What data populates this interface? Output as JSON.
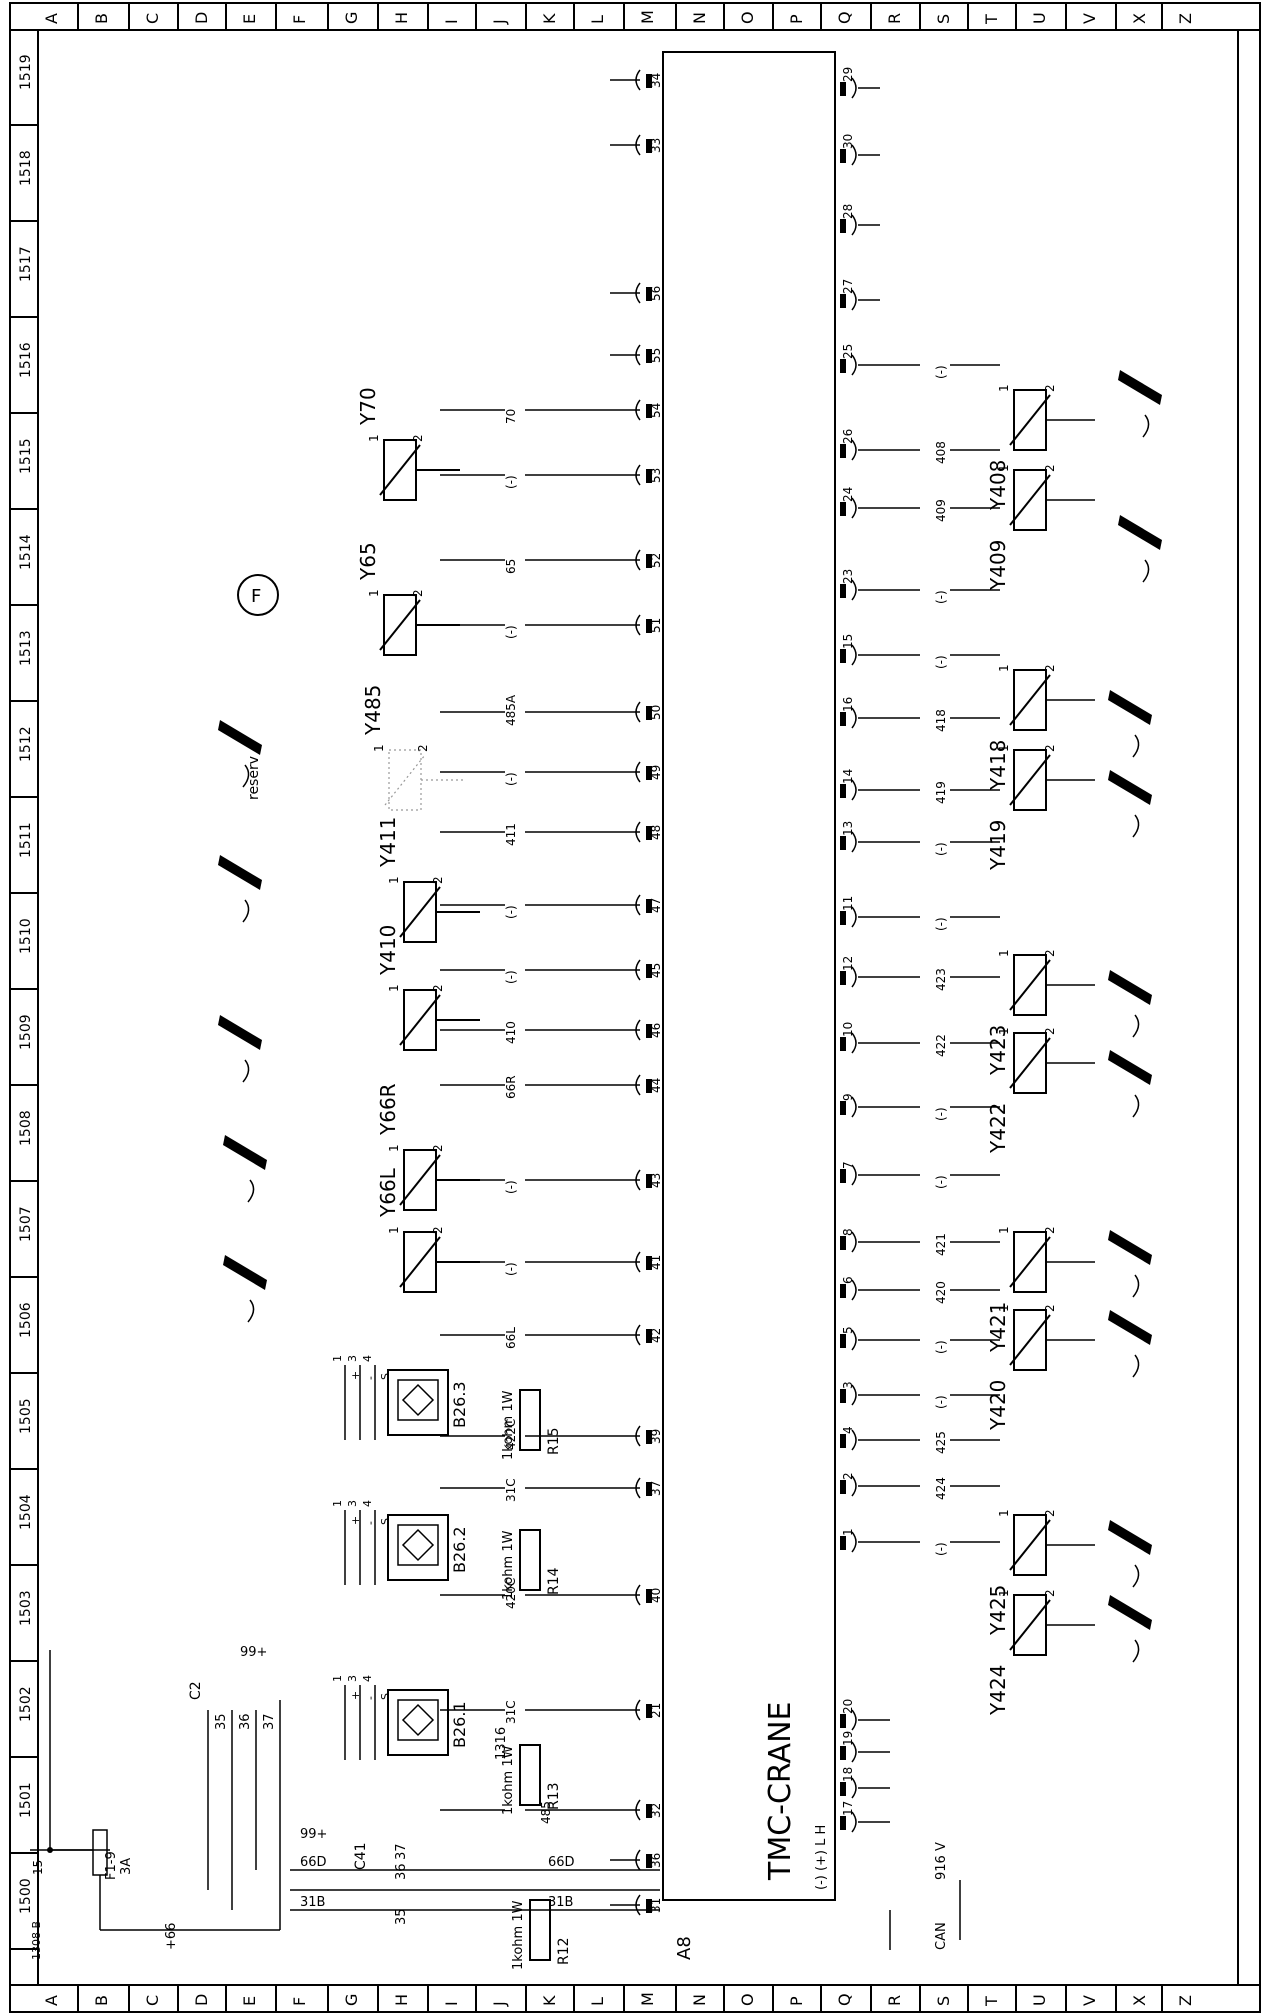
{
  "frame": {
    "col_letters": [
      "A",
      "B",
      "C",
      "D",
      "E",
      "F",
      "G",
      "H",
      "I",
      "J",
      "K",
      "L",
      "M",
      "N",
      "O",
      "P",
      "Q",
      "R",
      "S",
      "T",
      "U",
      "V",
      "X",
      "Z"
    ],
    "row_numbers": [
      "1519",
      "1518",
      "1517",
      "1516",
      "1515",
      "1514",
      "1513",
      "1512",
      "1511",
      "1510",
      "1509",
      "1508",
      "1507",
      "1506",
      "1505",
      "1504",
      "1503",
      "1502",
      "1501",
      "1500"
    ]
  },
  "module": {
    "title": "TMC-CRANE",
    "id": "A8",
    "can_pins": "(-) (+) L H",
    "can_label": "CAN",
    "supply": "916 V"
  },
  "left_pins": [
    "34",
    "33",
    "56",
    "55",
    "54",
    "53",
    "52",
    "51",
    "50",
    "49",
    "48",
    "47",
    "45",
    "46",
    "44",
    "43",
    "41",
    "42",
    "39",
    "37",
    "40",
    "21",
    "32",
    "36",
    "31"
  ],
  "right_pins": [
    "29",
    "30",
    "28",
    "27",
    "25",
    "26",
    "24",
    "23",
    "15",
    "16",
    "14",
    "13",
    "11",
    "12",
    "10",
    "9",
    "7",
    "8",
    "6",
    "5",
    "3",
    "4",
    "2",
    "1",
    "20",
    "19",
    "18",
    "17"
  ],
  "wires_left": [
    "70",
    "(-)",
    "65",
    "(-)",
    "485A",
    "(-)",
    "411",
    "(-)",
    "(-)",
    "410",
    "66R",
    "(-)",
    "(-)",
    "66L",
    "422C",
    "31C",
    "420C",
    "31C",
    "485",
    "66D",
    "31B"
  ],
  "wires_right": [
    "(-)",
    "408",
    "409",
    "(-)",
    "(-)",
    "418",
    "419",
    "(-)",
    "(-)",
    "423",
    "422",
    "(-)",
    "(-)",
    "421",
    "420",
    "(-)",
    "(-)",
    "425",
    "424",
    "(-)"
  ],
  "valves": [
    "Y70",
    "Y65",
    "Y485",
    "reserv",
    "Y411",
    "Y410",
    "Y66R",
    "Y66L",
    "Y408",
    "Y409",
    "Y418",
    "Y419",
    "Y423",
    "Y422",
    "Y421",
    "Y420",
    "Y425",
    "Y424"
  ],
  "pin_nums": {
    "one": "1",
    "two": "2"
  },
  "sensors": [
    "B26.3",
    "B26.2",
    "B26.1"
  ],
  "sensor_pins": [
    "1",
    "3",
    "4",
    "+",
    "-",
    "S"
  ],
  "resistors": [
    {
      "id": "R15",
      "value": "1kohm 1W"
    },
    {
      "id": "R14",
      "value": "1kohm 1W"
    },
    {
      "id": "R13",
      "value": "1kohm 1W"
    },
    {
      "id": "R12",
      "value": "1kohm 1W"
    }
  ],
  "connectors": {
    "c2": "C2",
    "c2_pins": [
      "35",
      "36",
      "37"
    ],
    "c41": "C41",
    "c41_pins": [
      "35",
      "36",
      "37"
    ],
    "fuse": "F1-9",
    "fuse_rating": "3A",
    "w15": "15",
    "w1308": "1308 B",
    "w66": "+66",
    "w99": "99+",
    "w66d": "66D",
    "w31b": "31B",
    "w1316": "1316",
    "f": "F"
  }
}
